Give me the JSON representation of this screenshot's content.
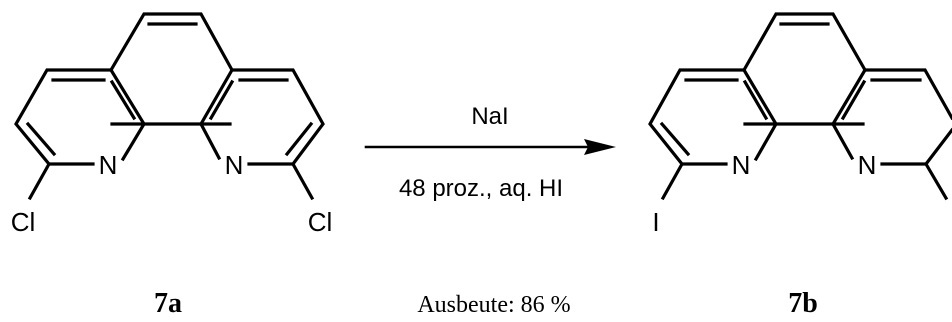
{
  "reaction": {
    "reactant": {
      "label": "7a",
      "atoms": {
        "n_left": "N",
        "n_right": "N",
        "sub_left": "Cl",
        "sub_right": "Cl"
      }
    },
    "reagents": {
      "above": "NaI",
      "below": "48 proz., aq. HI"
    },
    "yield": "Ausbeute: 86 %",
    "product": {
      "label": "7b",
      "atoms": {
        "n_left": "N",
        "n_right": "N",
        "sub_left": "I"
      }
    }
  }
}
